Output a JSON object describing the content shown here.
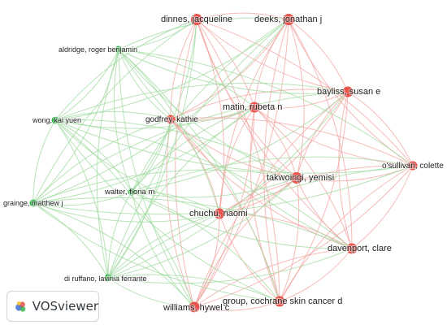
{
  "app": {
    "name": "VOSviewer"
  },
  "colors": {
    "cluster_1": "#e8554f",
    "cluster_2": "#35b84a",
    "link_cluster_1": "#f2a4a0",
    "link_cluster_2": "#9fd99f"
  },
  "nodes": [
    {
      "id": "dinnes",
      "label": "dinnes, jacqueline",
      "cluster": 1
    },
    {
      "id": "deeks",
      "label": "deeks, jonathan j",
      "cluster": 1
    },
    {
      "id": "bayliss",
      "label": "bayliss, susan e",
      "cluster": 1
    },
    {
      "id": "matin",
      "label": "matin, rubeta n",
      "cluster": 1
    },
    {
      "id": "godfrey",
      "label": "godfrey, kathie",
      "cluster": 1
    },
    {
      "id": "osullivan",
      "label": "o'sullivan, colette",
      "cluster": 1
    },
    {
      "id": "takwoingi",
      "label": "takwoingi, yemisi",
      "cluster": 1
    },
    {
      "id": "chuchu",
      "label": "chuchu, naomi",
      "cluster": 1
    },
    {
      "id": "davenport",
      "label": "davenport, clare",
      "cluster": 1
    },
    {
      "id": "group",
      "label": "group, cochrane skin cancer d",
      "cluster": 1
    },
    {
      "id": "williams",
      "label": "williams, hywel c",
      "cluster": 1
    },
    {
      "id": "aldridge",
      "label": "aldridge, roger benjamin",
      "cluster": 2
    },
    {
      "id": "wong",
      "label": "wong, kai yuen",
      "cluster": 2
    },
    {
      "id": "walter",
      "label": "walter, fiona m",
      "cluster": 2
    },
    {
      "id": "grainge",
      "label": "grainge, matthew j",
      "cluster": 2
    },
    {
      "id": "diruffano",
      "label": "di ruffano, lavinia ferrante",
      "cluster": 2
    }
  ]
}
